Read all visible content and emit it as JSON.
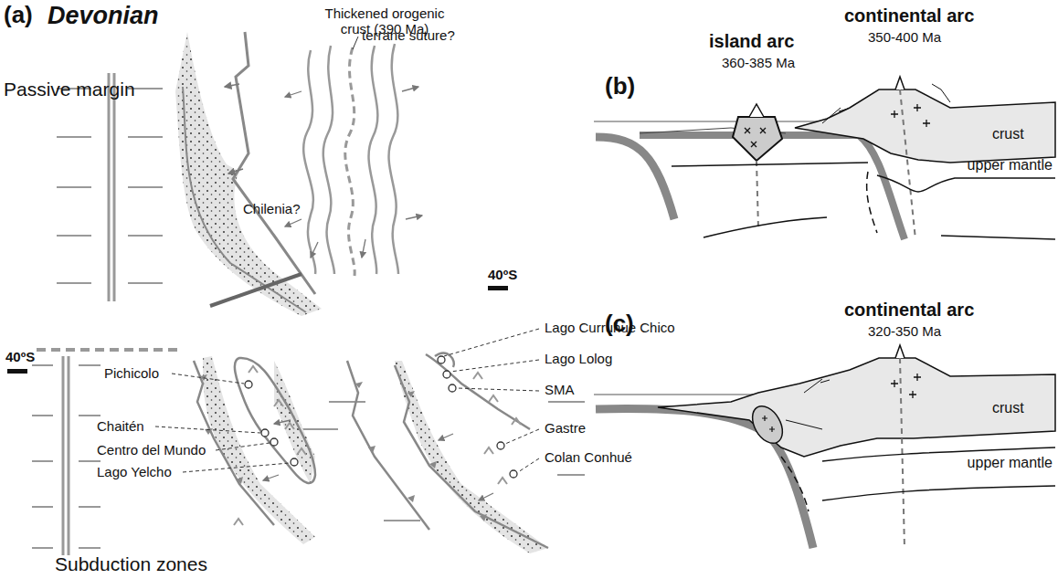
{
  "diagram": {
    "labels": [
      "(a)",
      "Devonian",
      "Thickened orogenic crust (390 Ma)",
      "terrane suture?",
      "Passive margin",
      "Chilenia?",
      "40ºS",
      "40ºS",
      "Pichicolo",
      "Chaitén",
      "Centro del Mundo",
      "Lago Yelcho",
      "Lago Curruhue Chico",
      "Lago Lolog",
      "SMA",
      "Gastre",
      "Colan Conhué",
      "Subduction zones",
      "(b)",
      "island arc",
      "360-385 Ma",
      "continental arc",
      "350-400 Ma",
      "crust",
      "upper mantle",
      "(c)",
      "continental arc",
      "320-350 Ma",
      "crust",
      "upper mantle"
    ]
  }
}
